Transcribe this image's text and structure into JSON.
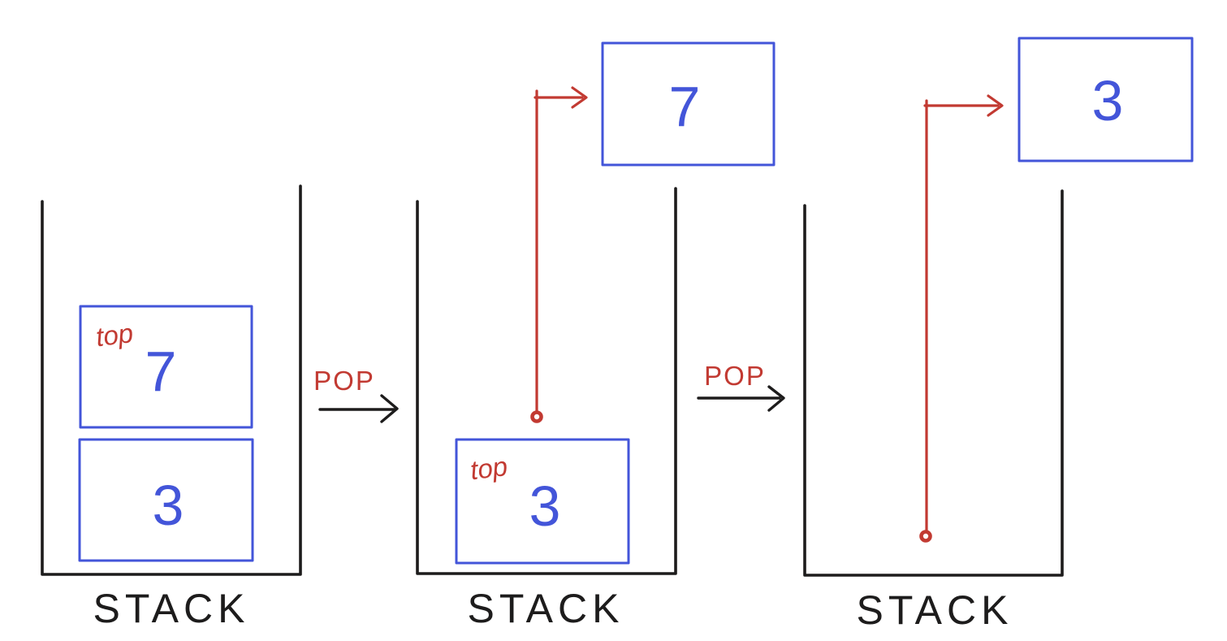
{
  "diagram": {
    "description": "Hand-drawn diagram of two successive POP operations on a stack",
    "colors": {
      "box_outline": "#4355d9",
      "value_ink": "#4355d9",
      "annotation_red": "#c23a32",
      "container_ink": "#1d1c1c"
    },
    "stages": [
      {
        "stack_label": "STACK",
        "top_pointer_label": "top",
        "items": [
          {
            "value": "7",
            "is_top": true
          },
          {
            "value": "3",
            "is_top": false
          }
        ],
        "popped_value": null
      },
      {
        "stack_label": "STACK",
        "top_pointer_label": "top",
        "items": [
          {
            "value": "3",
            "is_top": true
          }
        ],
        "popped_value": "7"
      },
      {
        "stack_label": "STACK",
        "top_pointer_label": null,
        "items": [],
        "popped_value": "3"
      }
    ],
    "operations": [
      {
        "label": "POP"
      },
      {
        "label": "POP"
      }
    ]
  }
}
